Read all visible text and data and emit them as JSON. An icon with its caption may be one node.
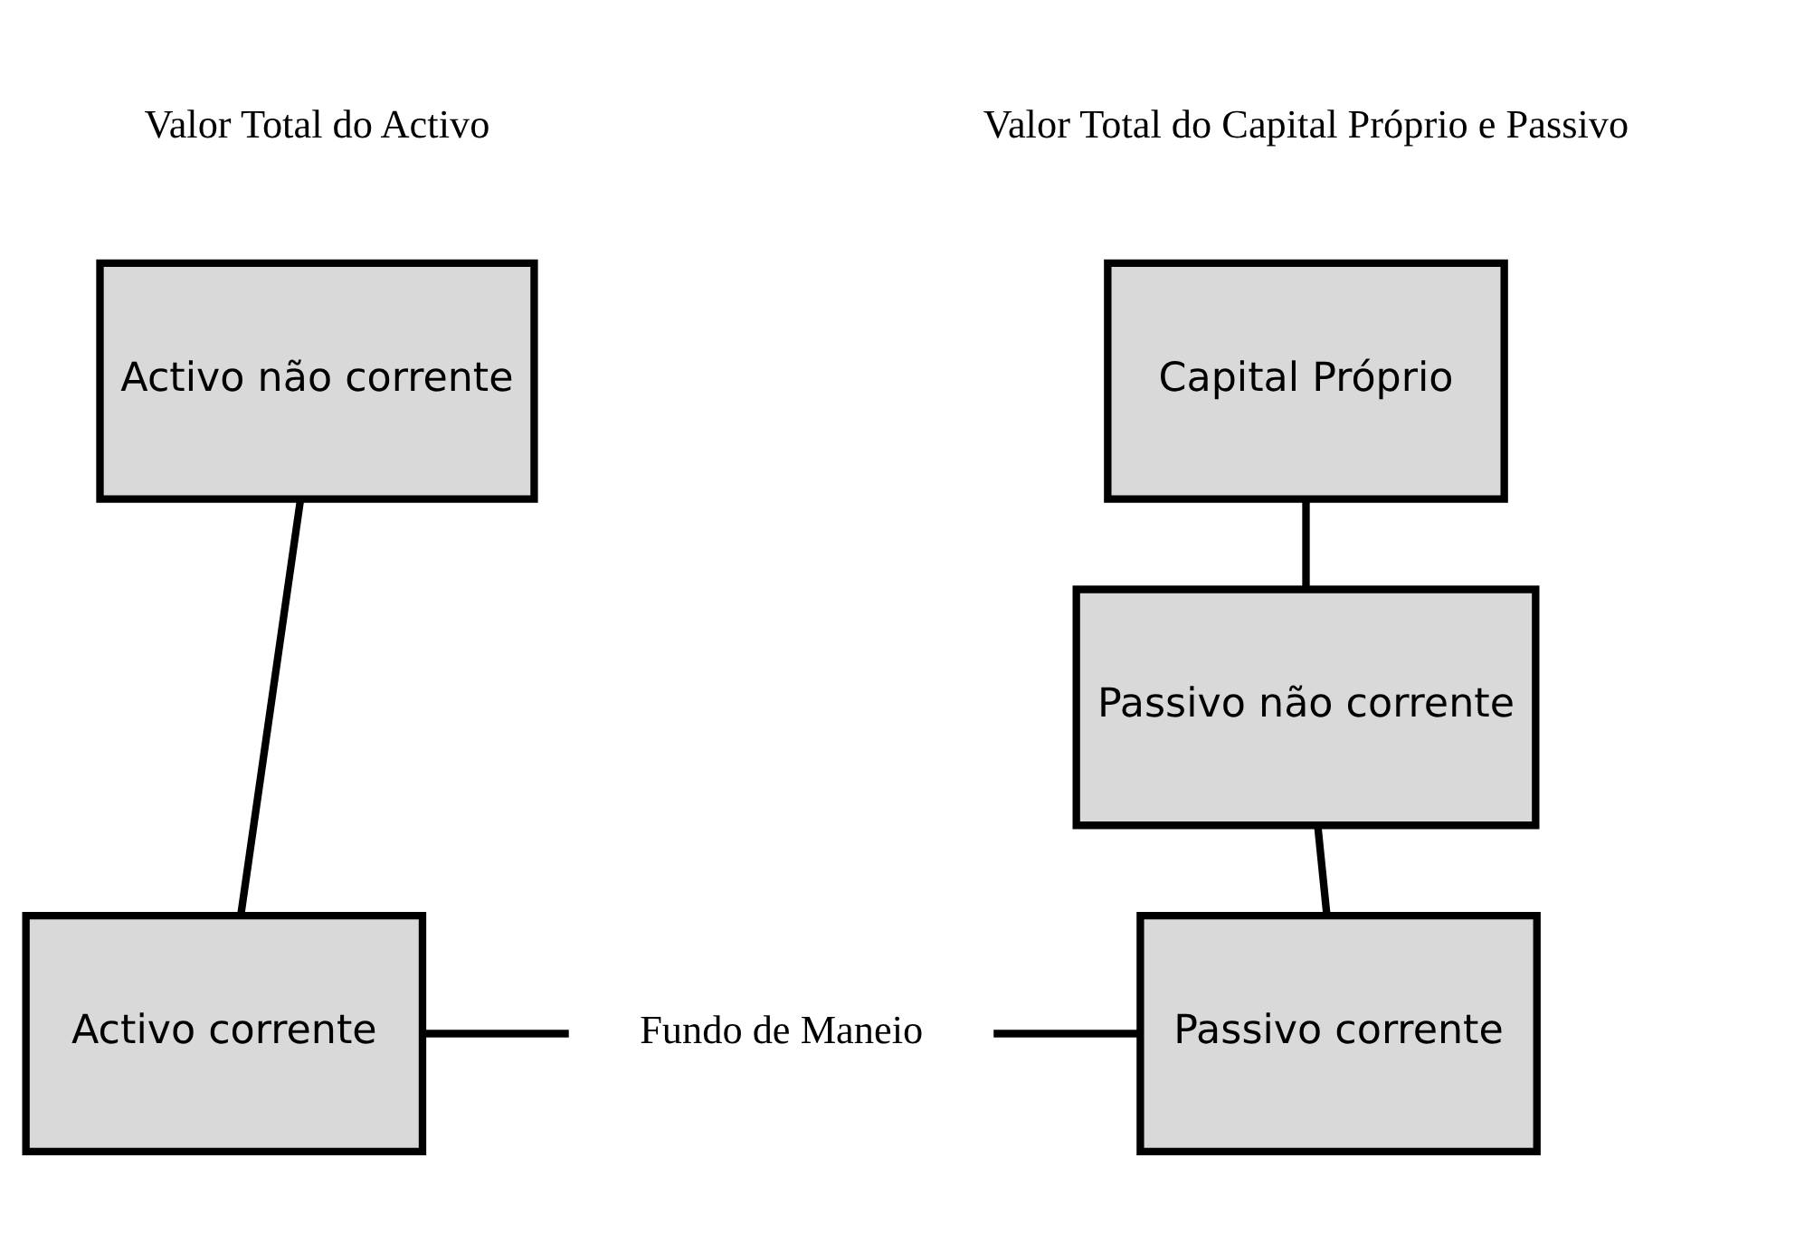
{
  "diagram": {
    "nodes": [
      {
        "text": [
          "Activo não corrente"
        ]
      },
      {
        "text": [
          "Activo corrente"
        ]
      },
      {
        "text": [
          "Capital Próprio"
        ]
      },
      {
        "text": [
          "Passivo não corrente"
        ]
      },
      {
        "text": [
          "Passivo corrente"
        ]
      },
      {
        "text": [
          "Fundo de Maneio"
        ]
      }
    ],
    "edges": [
      {
        "from": 0,
        "to": 1,
        "arrow": "none"
      },
      {
        "from": 2,
        "to": 3,
        "arrow": "none"
      },
      {
        "from": 3,
        "to": 4,
        "arrow": "none"
      },
      {
        "from": 1,
        "to": 5,
        "arrow": "none"
      },
      {
        "from": 5,
        "to": 4,
        "arrow": "none"
      }
    ],
    "labels": [
      "Valor Total do Activo",
      "Valor Total do Capital Próprio e Passivo"
    ]
  }
}
